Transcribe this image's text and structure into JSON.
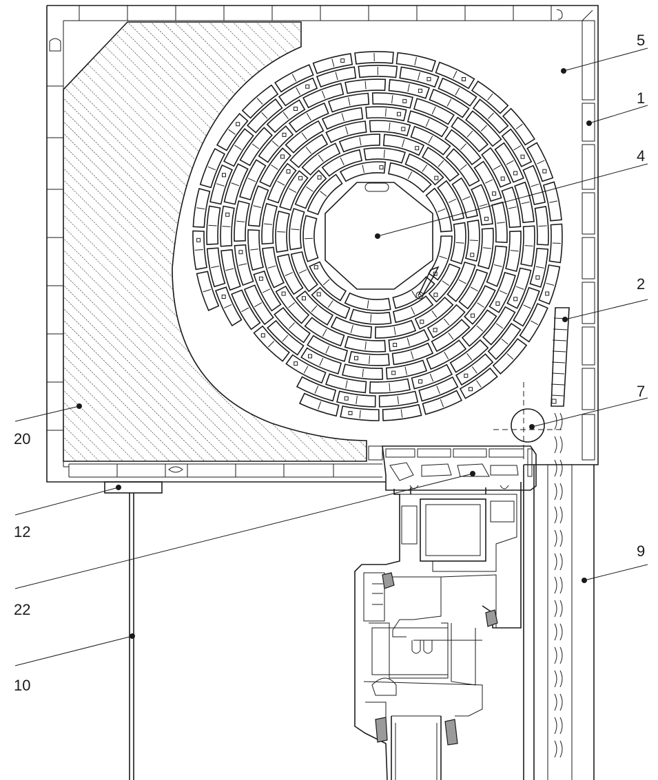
{
  "labels": {
    "l1": "1",
    "l2": "2",
    "l4": "4",
    "l5": "5",
    "l7": "7",
    "l9": "9",
    "l10": "10",
    "l12": "12",
    "l20": "20",
    "l22": "22"
  },
  "colors": {
    "line": "#1a1a1a",
    "seal": "#9a9a9a",
    "background": "#ffffff"
  }
}
